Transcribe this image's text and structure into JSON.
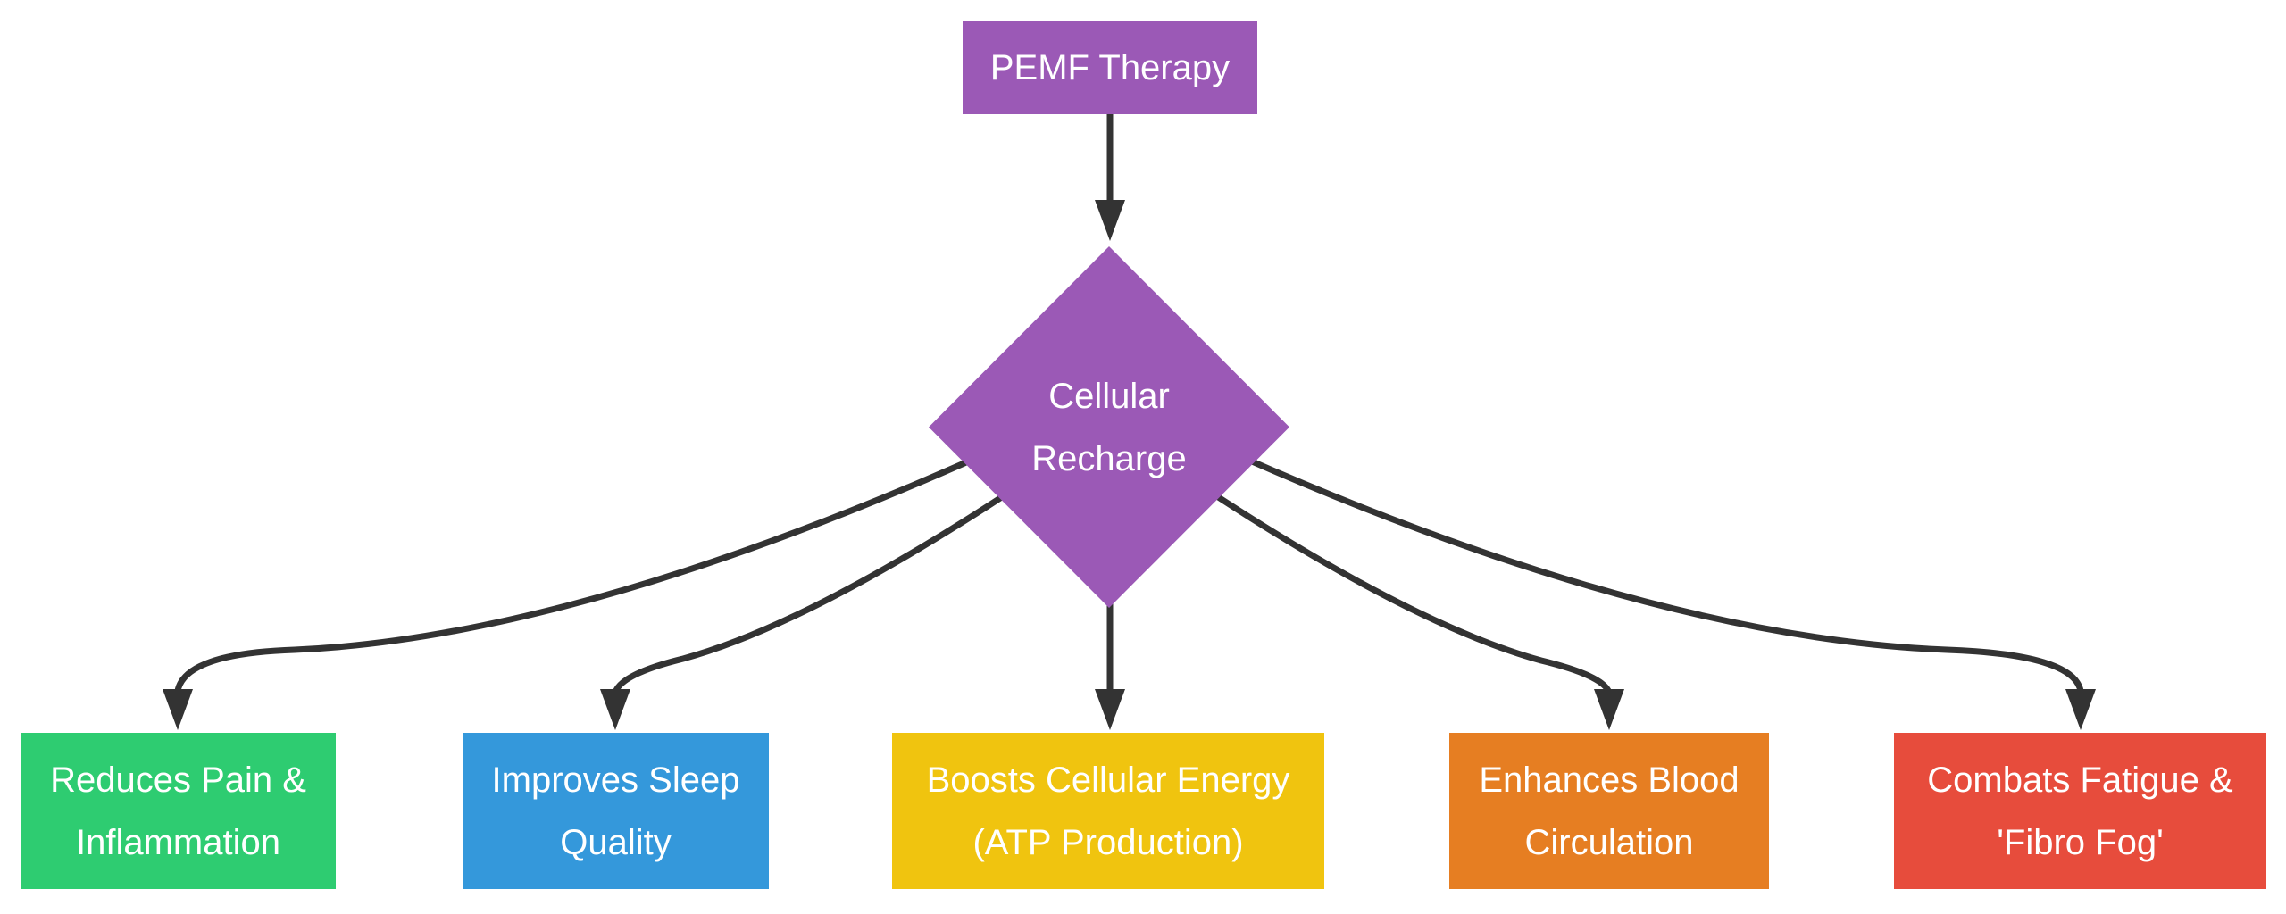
{
  "diagram": {
    "type": "flowchart",
    "direction": "top-down",
    "background_color": "#ffffff",
    "arrow_color": "#333333",
    "text_color": "#ffffff",
    "nodes": {
      "root": {
        "label": "PEMF Therapy",
        "shape": "rectangle",
        "color": "#9b59b6"
      },
      "decision": {
        "label": "Cellular\nRecharge",
        "shape": "diamond",
        "color": "#9b59b6"
      },
      "benefit1": {
        "label": "Reduces Pain &\nInflammation",
        "shape": "rectangle",
        "color": "#2ecc71"
      },
      "benefit2": {
        "label": "Improves Sleep\nQuality",
        "shape": "rectangle",
        "color": "#3498db"
      },
      "benefit3": {
        "label": "Boosts Cellular Energy\n(ATP Production)",
        "shape": "rectangle",
        "color": "#f0c40f"
      },
      "benefit4": {
        "label": "Enhances Blood\nCirculation",
        "shape": "rectangle",
        "color": "#e67e22"
      },
      "benefit5": {
        "label": "Combats Fatigue &\n'Fibro Fog'",
        "shape": "rectangle",
        "color": "#e74c3c"
      }
    },
    "edges": [
      {
        "from": "root",
        "to": "decision",
        "style": "straight-arrow"
      },
      {
        "from": "decision",
        "to": "benefit1",
        "style": "curved-arrow"
      },
      {
        "from": "decision",
        "to": "benefit2",
        "style": "curved-arrow"
      },
      {
        "from": "decision",
        "to": "benefit3",
        "style": "straight-arrow"
      },
      {
        "from": "decision",
        "to": "benefit4",
        "style": "curved-arrow"
      },
      {
        "from": "decision",
        "to": "benefit5",
        "style": "curved-arrow"
      }
    ]
  }
}
